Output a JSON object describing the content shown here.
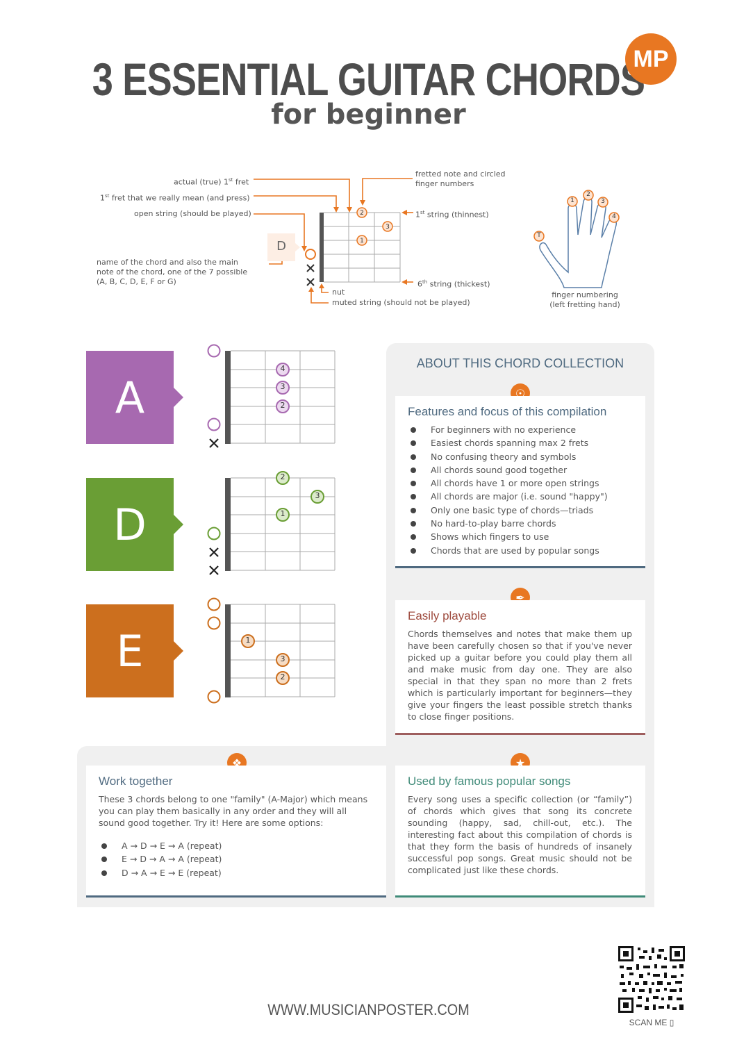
{
  "header": {
    "title": "3 ESSENTIAL GUITAR CHORDS",
    "subtitle": "for beginner",
    "logo_text": "MP"
  },
  "legend": {
    "actual_fret": "actual (true) 1",
    "actual_fret_sup": "st",
    "actual_fret_end": " fret",
    "mean_fret": "1",
    "mean_fret_sup": "st",
    "mean_fret_end": " fret that we really mean (and press)",
    "open_string": "open string (should be played)",
    "chord_name": "name of the chord and also the main note of the chord, one of the 7 possible (A, B, C, D, E, F or G)",
    "example_chord": "D",
    "fretted_note": "fretted note and circled finger numbers",
    "first_string": "1",
    "first_string_sup": "st",
    "first_string_end": " string (thinnest)",
    "sixth_string": "6",
    "sixth_string_sup": "th",
    "sixth_string_end": " string (thickest)",
    "nut": "nut",
    "muted_string": "muted string (should not be played)",
    "finger_numbering": "finger numbering",
    "finger_numbering_sub": "(left fretting hand)",
    "fingers": [
      "1",
      "2",
      "3",
      "4",
      "T"
    ]
  },
  "chords": [
    {
      "name": "A",
      "color": "#a769b0",
      "notes": [
        [
          "4"
        ],
        [
          "3"
        ],
        [
          "2"
        ]
      ]
    },
    {
      "name": "D",
      "color": "#6a9e35",
      "notes": [
        [
          "2"
        ],
        [
          "3"
        ],
        [
          "1"
        ]
      ]
    },
    {
      "name": "E",
      "color": "#cc6f1e",
      "notes": [
        [
          "1"
        ],
        [
          "3"
        ],
        [
          "2"
        ]
      ]
    }
  ],
  "about": {
    "heading": "ABOUT THIS CHORD COLLECTION",
    "features_title": "Features and focus of this compilation",
    "features": [
      "For beginners with no experience",
      "Easiest chords spanning max 2 frets",
      "No confusing theory and symbols",
      "All chords sound good together",
      "All chords have 1 or more open strings",
      "All chords are major (i.e. sound \"happy\")",
      "Only one basic type of chords—triads",
      "No hard-to-play barre chords",
      "Shows which fingers to use",
      "Chords that are used by popular songs"
    ],
    "playable_title": "Easily playable",
    "playable_text": "Chords themselves and notes that make them up have been carefully chosen so that if you've never picked up a guitar before you could play them all and make music from day one. They are also special in that they span no more than 2 frets which is particularly important for beginners—they give your fingers the least possible stretch thanks to close finger positions.",
    "together_title": "Work together",
    "together_text": "These 3 chords belong to one \"family\" (A-Major) which means you can play them basically in any order and they will all sound good together. Try it! Here are some options:",
    "together_options": [
      "A → D → E → A (repeat)",
      "E → D → A → A (repeat)",
      "D → A → E → E (repeat)"
    ],
    "songs_title": "Used by famous popular songs",
    "songs_text": "Every song uses a specific collection (or “family”) of chords which gives that song its concrete sounding (happy, sad, chill-out, etc.). The interesting fact about this compilation of chords is that they form the basis of hundreds of insanely successful pop songs. Great music should not be complicated just like these chords."
  },
  "footer": {
    "url": "WWW.MUSICIANPOSTER.COM",
    "scan": "SCAN ME"
  },
  "colors": {
    "orange": "#e87722",
    "text": "#555555",
    "slate": "#4f6a80"
  }
}
